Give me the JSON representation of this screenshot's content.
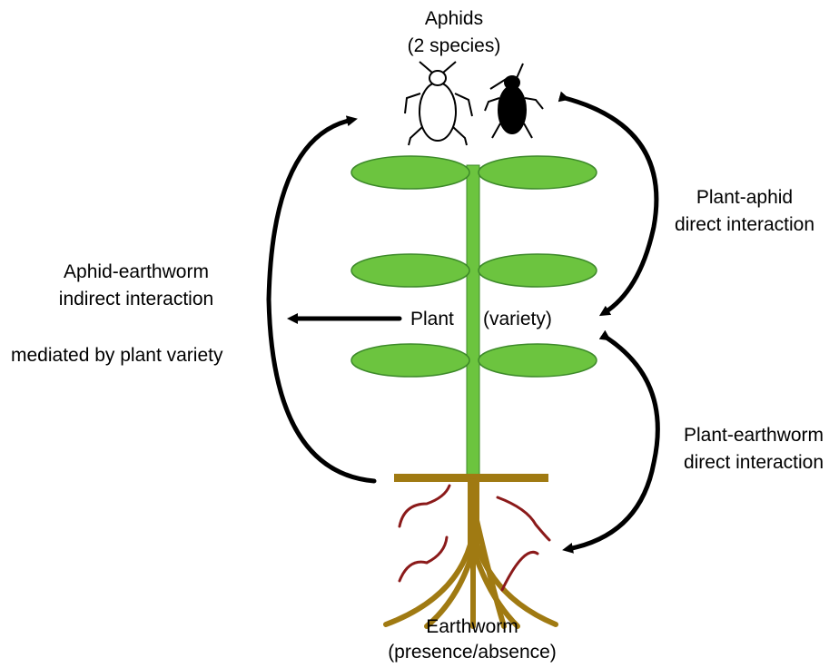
{
  "nodes": {
    "aphids": {
      "title": "Aphids",
      "subtitle": "(2 species)"
    },
    "plant": {
      "title": "Plant",
      "subtitle": "(variety)"
    },
    "earthworm": {
      "title": "Earthworm",
      "subtitle": "(presence/absence)"
    }
  },
  "interactions": {
    "plant_aphid": {
      "line1": "Plant-aphid",
      "line2": "direct interaction"
    },
    "plant_earthworm": {
      "line1": "Plant-earthworm",
      "line2": "direct interaction"
    },
    "aphid_earthworm": {
      "line1": "Aphid-earthworm",
      "line2": "indirect interaction",
      "line3": "mediated by plant variety"
    }
  },
  "colors": {
    "leaf": "#6cc43f",
    "leaf_outline": "#3d8a2a",
    "stem": "#6cc43f",
    "root": "#a07a12",
    "earthworm": "#8b1a1a",
    "arrow": "#000000"
  },
  "icons": [
    "aphid-light-icon",
    "aphid-dark-icon"
  ]
}
